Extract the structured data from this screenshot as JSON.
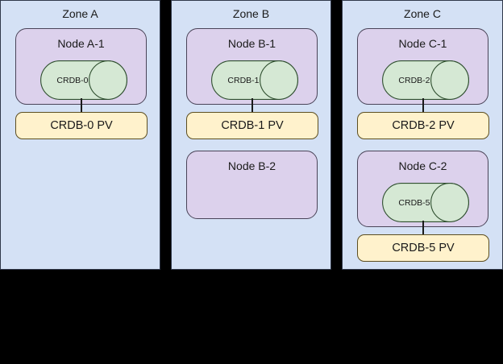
{
  "diagram": {
    "title": "CockroachDB multi-zone node and persistent volume topology",
    "colors": {
      "background": "#000000",
      "zone_fill": "#d4e1f5",
      "zone_stroke": "#30384a",
      "node_fill": "#dcd1ec",
      "node_stroke": "#4a4458",
      "database_fill": "#d5e8d4",
      "database_stroke": "#2f4f2f",
      "volume_fill": "#fff2cc",
      "volume_stroke": "#5c4e20",
      "text": "#1a1a1a"
    },
    "zones": [
      {
        "id": "zone-a",
        "label": "Zone A",
        "nodes": [
          {
            "id": "node-a-1",
            "label": "Node A-1",
            "database": {
              "id": "crdb-0",
              "label": "CRDB-0",
              "shape": "cylinder"
            },
            "volume": {
              "id": "crdb-0-pv",
              "label": "CRDB-0 PV"
            },
            "has_connector": true
          }
        ]
      },
      {
        "id": "zone-b",
        "label": "Zone B",
        "nodes": [
          {
            "id": "node-b-1",
            "label": "Node B-1",
            "database": {
              "id": "crdb-1",
              "label": "CRDB-1",
              "shape": "cylinder"
            },
            "volume": {
              "id": "crdb-1-pv",
              "label": "CRDB-1 PV"
            },
            "has_connector": true
          },
          {
            "id": "node-b-2",
            "label": "Node B-2",
            "database": null,
            "volume": null,
            "has_connector": false
          }
        ]
      },
      {
        "id": "zone-c",
        "label": "Zone C",
        "nodes": [
          {
            "id": "node-c-1",
            "label": "Node C-1",
            "database": {
              "id": "crdb-2",
              "label": "CRDB-2",
              "shape": "cylinder"
            },
            "volume": {
              "id": "crdb-2-pv",
              "label": "CRDB-2 PV"
            },
            "has_connector": true
          },
          {
            "id": "node-c-2",
            "label": "Node C-2",
            "database": {
              "id": "crdb-5",
              "label": "CRDB-5",
              "shape": "cylinder"
            },
            "volume": {
              "id": "crdb-5-pv",
              "label": "CRDB-5 PV"
            },
            "has_connector": true
          }
        ]
      }
    ]
  }
}
